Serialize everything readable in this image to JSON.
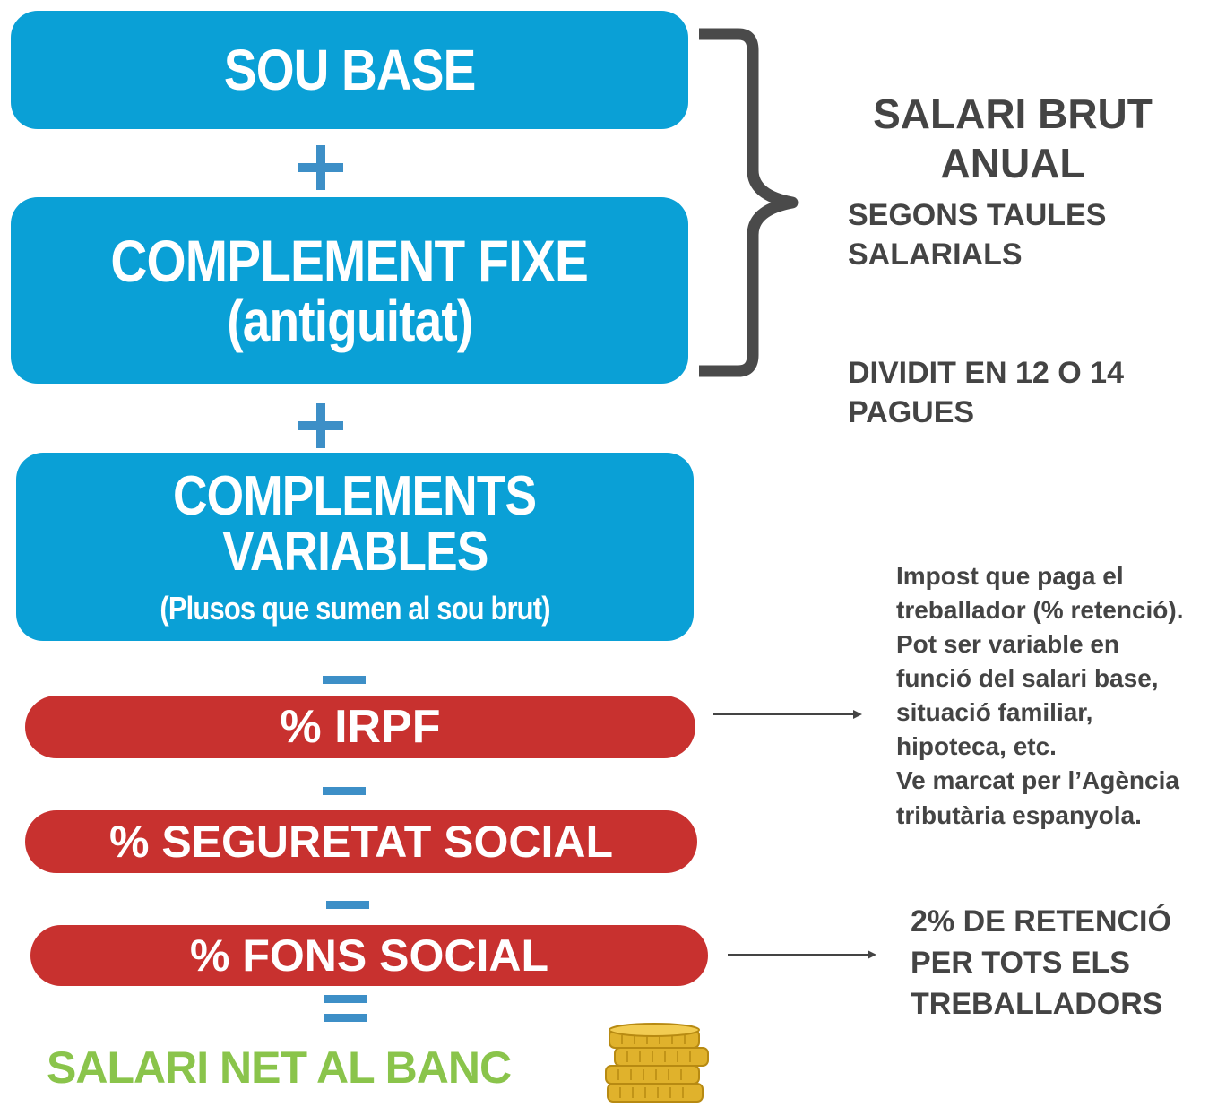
{
  "boxes": {
    "sou_base": "SOU BASE",
    "complement_fixe": "COMPLEMENT FIXE",
    "complement_fixe_sub": "(antiguitat)",
    "complements_variables_1": "COMPLEMENTS",
    "complements_variables_2": "VARIABLES",
    "complements_variables_sub": "(Plusos que sumen al sou brut)",
    "irpf": "% IRPF",
    "seguretat_social": "% SEGURETAT SOCIAL",
    "fons_social": "% FONS SOCIAL",
    "salari_net": "SALARI NET AL BANC"
  },
  "annotations": {
    "salari_brut_1": "SALARI BRUT",
    "salari_brut_2": "ANUAL",
    "taules_1": "SEGONS TAULES",
    "taules_2": "SALARIALS",
    "dividit_1": "DIVIDIT EN 12 O 14",
    "dividit_2": "PAGUES",
    "irpf_note": [
      "Impost que paga el",
      "treballador (% retenció).",
      "Pot ser variable en",
      "funció del salari base,",
      "situació familiar,",
      "hipoteca, etc.",
      "Ve marcat per l’Agència",
      "tributària espanyola."
    ],
    "fons_note": [
      "2% DE RETENCIÓ",
      "PER TOTS ELS",
      "TREBALLADORS"
    ]
  },
  "colors": {
    "blue_box": "#0aa0d6",
    "red_box": "#c8312f",
    "operator": "#3d8fc7",
    "net_green": "#8ac44b",
    "text_dark": "#444444",
    "coin_gold": "#e0b22c"
  }
}
